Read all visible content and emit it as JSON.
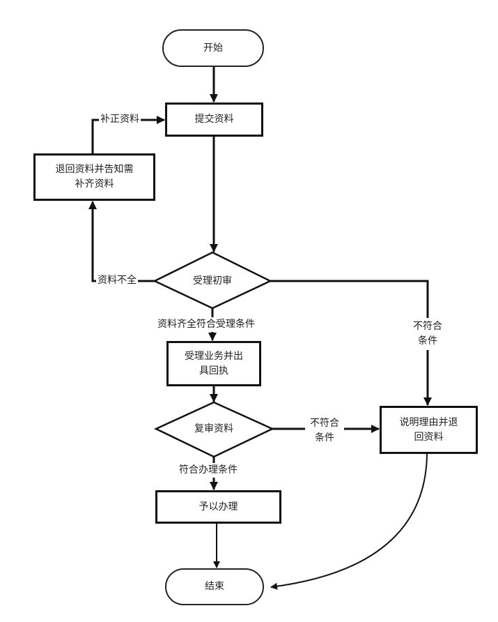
{
  "diagram": {
    "type": "flowchart",
    "nodes": {
      "start": "开始",
      "submit": "提交资料",
      "return_supplement": "退回资料并告知需\n补齐资料",
      "initial_review": "受理初审",
      "accept_receipt": "受理业务并出\n具回执",
      "re_review": "复审资料",
      "explain_return": "说明理由并退\n回资料",
      "handle": "予以办理",
      "end": "结束"
    },
    "edges": {
      "supplement": "补正资料",
      "incomplete": "资料不全",
      "complete": "资料齐全符合受理条件",
      "not_qualified_1": "不符合\n条件",
      "not_qualified_2": "不符合\n条件",
      "qualified": "符合办理条件"
    }
  }
}
